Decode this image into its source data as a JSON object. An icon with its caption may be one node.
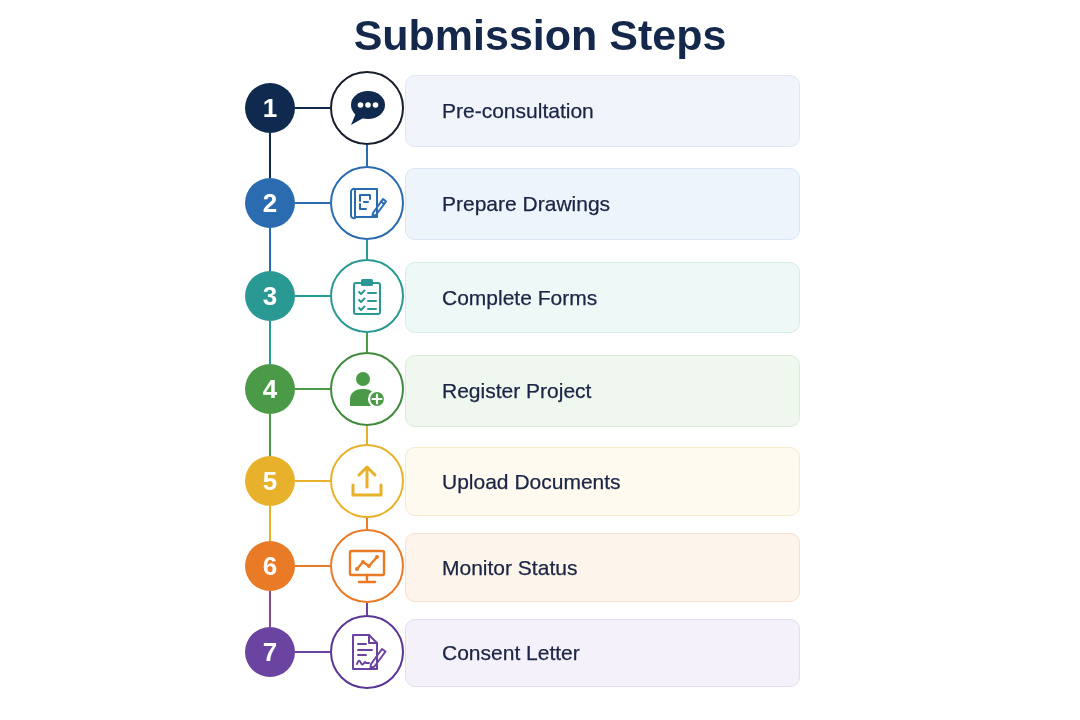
{
  "diagram": {
    "title": "Submission Steps",
    "nodes": [
      {
        "text": [
          "1"
        ]
      },
      {
        "text": [],
        "shape": "circle"
      },
      {
        "text": [
          "Pre-consultation"
        ]
      },
      {
        "text": [
          "2"
        ]
      },
      {
        "text": [],
        "shape": "circle"
      },
      {
        "text": [
          "Prepare Drawings"
        ]
      },
      {
        "text": [
          "3"
        ]
      },
      {
        "text": [],
        "shape": "circle"
      },
      {
        "text": [
          "Complete Forms"
        ]
      },
      {
        "text": [
          "4"
        ]
      },
      {
        "text": [],
        "shape": "circle"
      },
      {
        "text": [
          "Register Project"
        ]
      },
      {
        "text": [
          "5"
        ]
      },
      {
        "text": [],
        "shape": "circle"
      },
      {
        "text": [
          "Upload Documents"
        ]
      },
      {
        "text": [
          "6"
        ]
      },
      {
        "text": [],
        "shape": "circle"
      },
      {
        "text": [
          "Monitor Status"
        ]
      },
      {
        "text": [
          "7"
        ]
      },
      {
        "text": [],
        "shape": "circle"
      },
      {
        "text": [
          "Consent Letter"
        ]
      }
    ],
    "edges": [
      {
        "from": 0,
        "to": 1,
        "arrow": "none",
        "color": "#10294f"
      },
      {
        "from": 0,
        "to": 3,
        "arrow": "none",
        "color": "#10294f"
      },
      {
        "from": 1,
        "to": 4,
        "arrow": "none",
        "color": "#2b6cb0"
      },
      {
        "from": 3,
        "to": 4,
        "arrow": "none",
        "color": "#2b6cb0"
      },
      {
        "from": 3,
        "to": 6,
        "arrow": "none",
        "color": "#2b6cb0"
      },
      {
        "from": 4,
        "to": 7,
        "arrow": "none",
        "color": "#2a9994"
      },
      {
        "from": 6,
        "to": 7,
        "arrow": "none",
        "color": "#2a9994"
      },
      {
        "from": 6,
        "to": 9,
        "arrow": "none",
        "color": "#2a9994"
      },
      {
        "from": 7,
        "to": 10,
        "arrow": "none",
        "color": "#4b9a47"
      },
      {
        "from": 9,
        "to": 10,
        "arrow": "none",
        "color": "#4b9a47"
      },
      {
        "from": 9,
        "to": 12,
        "arrow": "none",
        "color": "#4b9a47"
      },
      {
        "from": 10,
        "to": 13,
        "arrow": "none",
        "color": "#e8b12b"
      },
      {
        "from": 12,
        "to": 13,
        "arrow": "none",
        "color": "#e8b12b"
      },
      {
        "from": 12,
        "to": 15,
        "arrow": "none",
        "color": "#e8b12b"
      },
      {
        "from": 13,
        "to": 16,
        "arrow": "none",
        "color": "#e97a26"
      },
      {
        "from": 15,
        "to": 16,
        "arrow": "none",
        "color": "#e97a26"
      },
      {
        "from": 15,
        "to": 18,
        "arrow": "none",
        "color": "#8a4a8a"
      },
      {
        "from": 16,
        "to": 19,
        "arrow": "none",
        "color": "#6b44a1"
      },
      {
        "from": 18,
        "to": 19,
        "arrow": "none",
        "color": "#6b44a1"
      }
    ]
  }
}
